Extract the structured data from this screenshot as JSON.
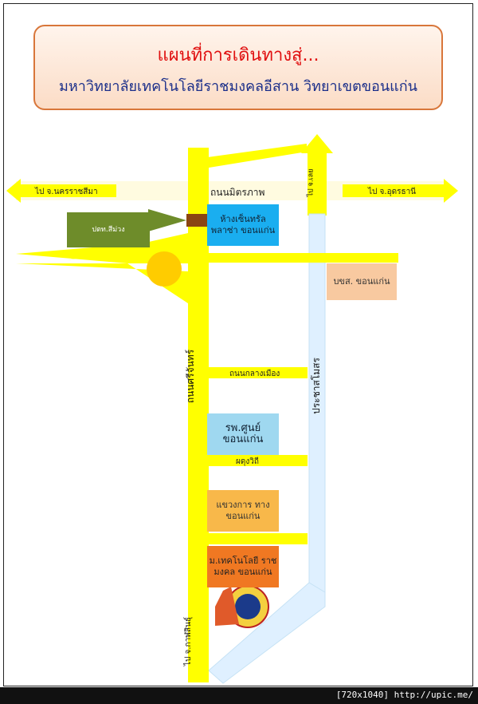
{
  "title": {
    "line1": "แผนที่การเดินทางสู่...",
    "line2": "มหาวิทยาลัยเทคโนโลยีราชมงคลอีสาน วิทยาเขตขอนแก่น"
  },
  "roads": {
    "mittraphap": "ถนนมิตรภาพ",
    "srichan": "ถนนศรีจันทร์",
    "prachasamosorn": "ประชาสโมสร",
    "klang_muang": "ถนนกลางเมือง",
    "phadungrit": "ผดุงวิถี"
  },
  "directions": {
    "to_korat": "ไป จ.นครราชสีมา",
    "to_udon": "ไป จ.อุดรธานี",
    "to_loei": "ไป จ.เลย",
    "to_kalasin": "ไป จ.กาฬสินธุ์"
  },
  "places": {
    "central_plaza": "ห้างเซ็นทรัล พลาซ่า ขอนแก่น",
    "pump": "ปตท.สีม่วง",
    "bks": "บขส. ขอนแก่น",
    "hospital": "รพ.ศูนย์ ขอนแก่น",
    "highway_dept": "แขวงการ ทางขอนแก่น",
    "university": "ม.เทคโนโลยี ราชมงคล ขอนแก่น"
  },
  "colors": {
    "road": "#ffff00",
    "side_road": "#dff0ff",
    "central_plaza": "#1aaef0",
    "pump": "#6e8c2a",
    "bks": "#f8c9a0",
    "hospital": "#9fd8f0",
    "highway_dept": "#f8b84a",
    "university": "#f07822",
    "circle": "#ffcc00"
  },
  "footer": "[720x1040] http://upic.me/"
}
